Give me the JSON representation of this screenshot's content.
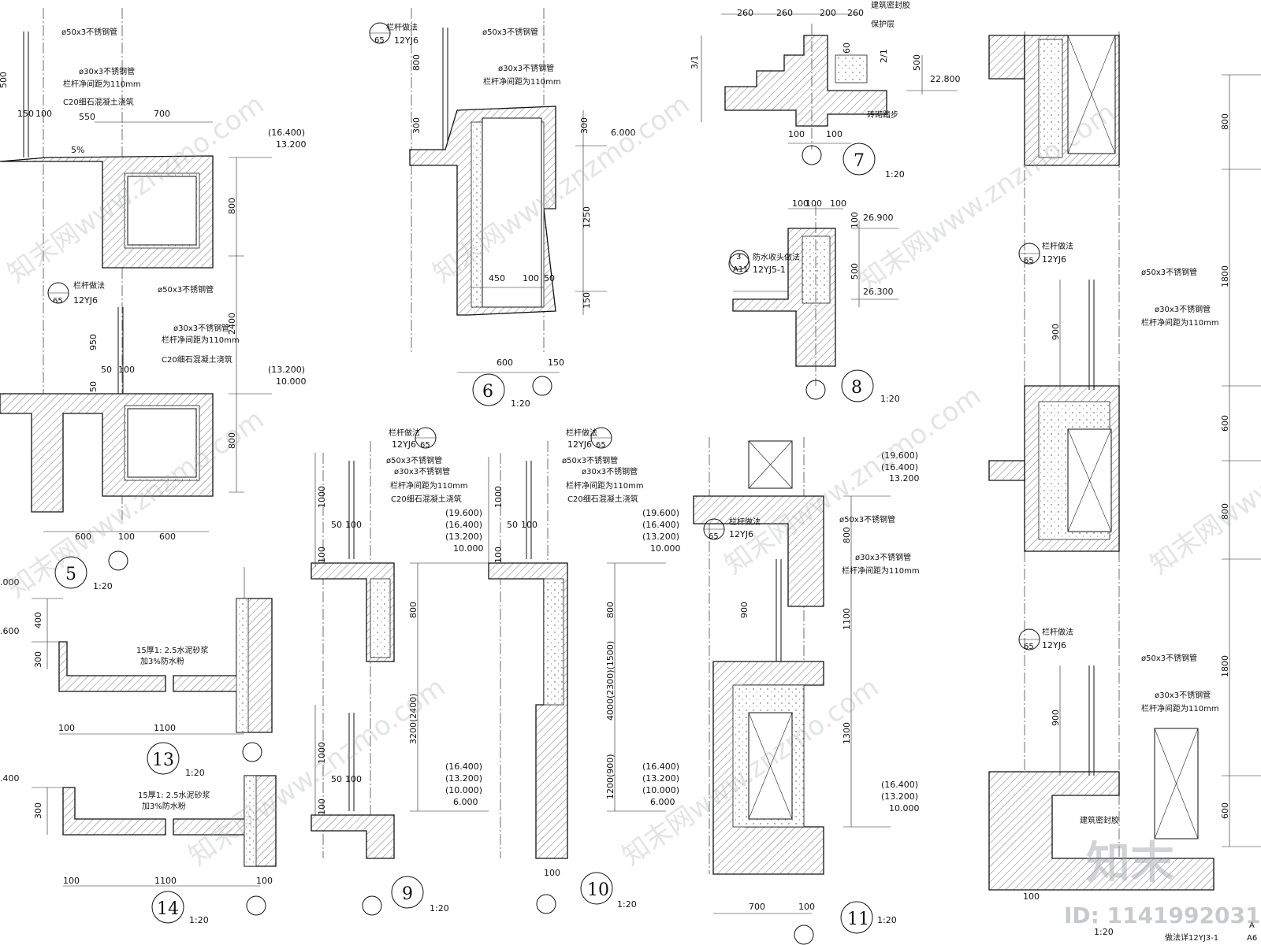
{
  "details": [
    {
      "id": "5",
      "num": "5",
      "scale": "1:20",
      "notes": [
        "ø50x3不锈钢管",
        "ø30x3不锈钢管",
        "栏杆净间距为110mm",
        "C20细石混凝土浇筑",
        "栏杆做法",
        "12YJ6",
        "ø50x3不锈钢管",
        "ø30x3不锈钢管",
        "栏杆净间距为110mm",
        "C20细石混凝土浇筑"
      ],
      "levels": [
        "(16.400)",
        "13.200",
        "(13.200)",
        "10.000"
      ],
      "dims": [
        "150",
        "100",
        "550",
        "700",
        "5%",
        "800",
        "2400",
        "800",
        "950",
        "50",
        "100",
        "50",
        "600",
        "100",
        "600",
        "500"
      ]
    },
    {
      "id": "6",
      "num": "6",
      "scale": "1:20",
      "notes": [
        "栏杆做法",
        "12YJ6",
        "ø50x3不锈钢管",
        "ø30x3不锈钢管",
        "栏杆净间距为110mm"
      ],
      "levels": [
        "6.000"
      ],
      "dims": [
        "800",
        "300",
        "300",
        "1250",
        "150",
        "450",
        "100",
        "50",
        "600",
        "150"
      ]
    },
    {
      "id": "7",
      "num": "7",
      "scale": "1:20",
      "notes": [
        "建筑密封胶",
        "保护层",
        "砖砌踏步"
      ],
      "levels": [
        "22.800"
      ],
      "dims": [
        "260",
        "260",
        "200",
        "260",
        "3/1",
        "60",
        "2/1",
        "500",
        "100",
        "100"
      ]
    },
    {
      "id": "8",
      "num": "8",
      "scale": "1:20",
      "notes": [
        "防水收头做法",
        "12YJ5-1",
        "3",
        "A11"
      ],
      "levels": [
        "26.900",
        "26.300"
      ],
      "dims": [
        "100",
        "100",
        "100",
        "100",
        "500"
      ]
    },
    {
      "id": "9",
      "num": "9",
      "scale": "1:20",
      "notes": [
        "栏杆做法",
        "12YJ6",
        "ø50x3不锈钢管",
        "ø30x3不锈钢管",
        "栏杆净间距为110mm",
        "C20细石混凝土浇筑"
      ],
      "levels": [
        "(19.600)",
        "(16.400)",
        "(13.200)",
        "10.000",
        "(16.400)",
        "(13.200)",
        "(10.000)",
        "6.000"
      ],
      "dims": [
        "1000",
        "50",
        "100",
        "100",
        "800",
        "3200(2400)",
        "1000",
        "50",
        "100",
        "100"
      ]
    },
    {
      "id": "10",
      "num": "10",
      "scale": "1:20",
      "notes": [
        "栏杆做法",
        "12YJ6",
        "ø50x3不锈钢管",
        "ø30x3不锈钢管",
        "栏杆净间距为110mm",
        "C20细石混凝土浇筑"
      ],
      "levels": [
        "(19.600)",
        "(16.400)",
        "(13.200)",
        "10.000",
        "(16.400)",
        "(13.200)",
        "(10.000)",
        "6.000"
      ],
      "dims": [
        "1000",
        "50",
        "100",
        "100",
        "800",
        "4000(2300)(1500)",
        "1200(900)",
        "100"
      ]
    },
    {
      "id": "11",
      "num": "11",
      "scale": "1:20",
      "notes": [
        "栏杆做法",
        "12YJ6",
        "ø50x3不锈钢管",
        "ø30x3不锈钢管",
        "栏杆净间距为110mm"
      ],
      "levels": [
        "(19.600)",
        "(16.400)",
        "13.200",
        "(16.400)",
        "(13.200)",
        "10.000"
      ],
      "dims": [
        "800",
        "900",
        "1100",
        "1300",
        "700",
        "100"
      ]
    },
    {
      "id": "12",
      "num": "",
      "scale": "1:20",
      "notes": [
        "栏杆做法",
        "12YJ6",
        "ø50x3不锈钢管",
        "ø30x3不锈钢管",
        "栏杆净间距为110mm",
        "栏杆做法",
        "12YJ6",
        "ø50x3不锈钢管",
        "ø30x3不锈钢管",
        "栏杆净间距为110mm",
        "建筑密封胶",
        "做法详12YJ3-1",
        "A",
        "A6"
      ],
      "levels": [],
      "dims": [
        "800",
        "1800",
        "900",
        "600",
        "800",
        "1800",
        "900",
        "600",
        "100"
      ]
    },
    {
      "id": "13",
      "num": "13",
      "scale": "1:20",
      "notes": [
        "15厚1: 2.5水泥砂浆",
        "加3%防水粉"
      ],
      "levels": [
        ".000",
        ".600"
      ],
      "dims": [
        "400",
        "300",
        "100",
        "1100"
      ]
    },
    {
      "id": "14",
      "num": "14",
      "scale": "1:20",
      "notes": [
        "15厚1: 2.5水泥砂浆",
        "加3%防水粉"
      ],
      "levels": [
        ".400"
      ],
      "dims": [
        "300",
        "100",
        "1100",
        "100"
      ]
    }
  ],
  "tags": [
    "65",
    "65",
    "65",
    "65",
    "65",
    "65",
    "65",
    "65"
  ],
  "watermark": {
    "text": "知末网www.znzmo.com",
    "logo": "知末",
    "id_label": "ID: 1141992031"
  }
}
